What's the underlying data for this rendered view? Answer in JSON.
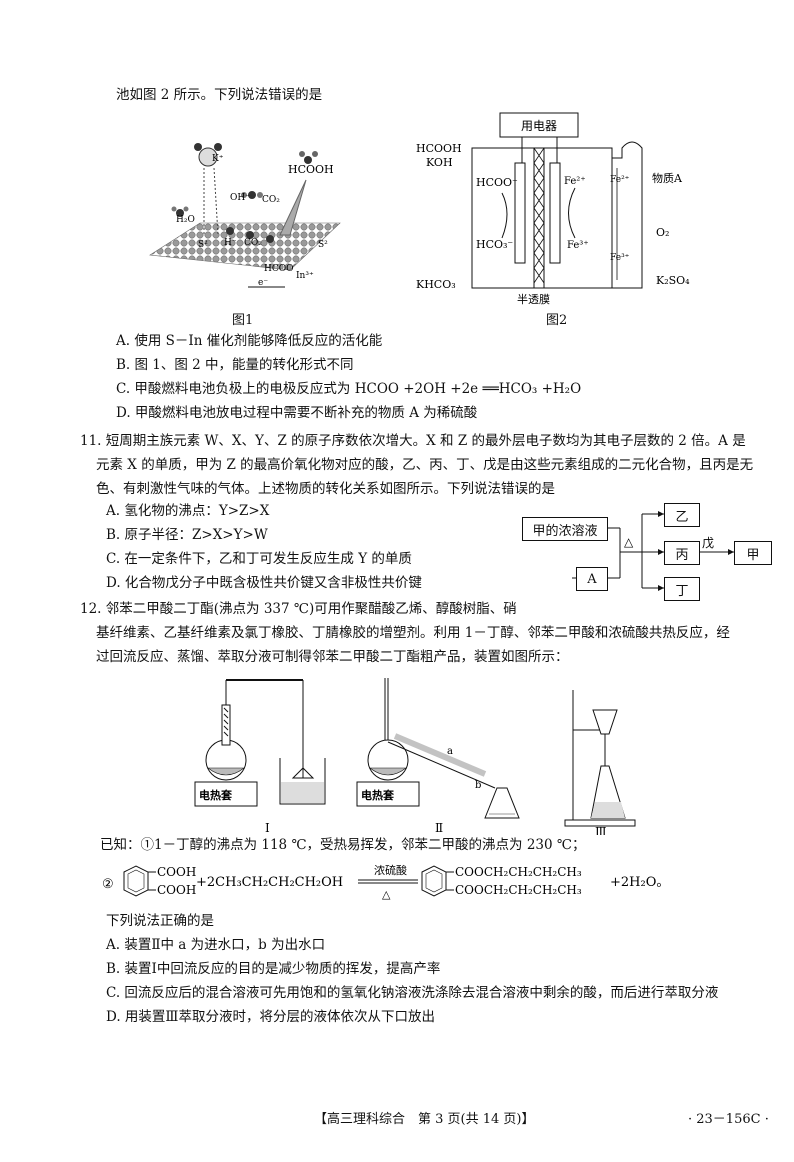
{
  "q10": {
    "intro": "池如图 2 所示。下列说法错误的是",
    "fig1": {
      "caption": "图1",
      "labels": {
        "k": "K⁺",
        "hcooh": "HCOOH",
        "oh": "OH⁻",
        "co2a": "CO₂",
        "h2o": "H₂O",
        "s1": "S²",
        "h": "H⁻",
        "co2b": "CO₂",
        "s2": "S²",
        "hcoo": "HCOO",
        "in": "In³⁺",
        "e": "e⁻"
      }
    },
    "fig2": {
      "caption": "图2",
      "device": "用电器",
      "membrane": "半透膜",
      "labels": {
        "hcooh": "HCOOH",
        "koh": "KOH",
        "hcoo": "HCOO⁻",
        "hco3": "HCO₃⁻",
        "khco3": "KHCO₃",
        "fe2a": "Fe²⁺",
        "fe3a": "Fe³⁺",
        "fe2b": "Fe²⁺",
        "substanceA": "物质A",
        "o2": "O₂",
        "fe3b": "Fe³⁺",
        "k2so4": "K₂SO₄"
      }
    },
    "options": [
      "A. 使用 S－In 催化剂能够降低反应的活化能",
      "B. 图 1、图 2 中，能量的转化形式不同",
      "C. 甲酸燃料电池负极上的电极反应式为 HCOO  +2OH  +2e  ══HCO₃  +H₂O",
      "D. 甲酸燃料电池放电过程中需要不断补充的物质 A 为稀硫酸"
    ]
  },
  "q11": {
    "lines": [
      "11. 短周期主族元素 W、X、Y、Z 的原子序数依次增大。X 和 Z 的最外层电子数均为其电子层数的 2 倍。A 是",
      "元素 X 的单质，甲为 Z 的最高价氧化物对应的酸，乙、丙、丁、戊是由这些元素组成的二元化合物，且丙是无",
      "色、有刺激性气味的气体。上述物质的转化关系如图所示。下列说法错误的是"
    ],
    "options": [
      "A. 氢化物的沸点：Y>Z>X",
      "B. 原子半径：Z>X>Y>W",
      "C. 在一定条件下，乙和丁可发生反应生成 Y 的单质",
      "D. 化合物戊分子中既含极性共价键又含非极性共价键"
    ],
    "diagram": {
      "jia_solution": "甲的浓溶液",
      "A": "A",
      "heat": "△",
      "yi": "乙",
      "bing": "丙",
      "wu": "戊",
      "jia": "甲",
      "ding": "丁"
    }
  },
  "q12": {
    "lines": [
      "12. 邻苯二甲酸二丁酯(沸点为 337 ℃)可用作聚醋酸乙烯、醇酸树脂、硝",
      "基纤维素、乙基纤维素及氯丁橡胶、丁腈橡胶的增塑剂。利用 1－丁醇、邻苯二甲酸和浓硫酸共热反应，经",
      "过回流反应、蒸馏、萃取分液可制得邻苯二甲酸二丁酯粗产品，装置如图所示："
    ],
    "apparatus": {
      "heater1": "电热套",
      "heater2": "电热套",
      "label1": "Ⅰ",
      "label2": "Ⅱ",
      "label3": "Ⅲ",
      "a": "a",
      "b": "b"
    },
    "known": "已知：①1－丁醇的沸点为 118 ℃，受热易挥发，邻苯二甲酸的沸点为 230 ℃；",
    "equation": {
      "num": "②",
      "cooh1": "COOH",
      "cooh2": "COOH",
      "reactant": "+2CH₃CH₂CH₂CH₂OH",
      "catalyst": "浓硫酸",
      "heat": "△",
      "ester1": "COOCH₂CH₂CH₂CH₃",
      "ester2": "COOCH₂CH₂CH₂CH₃",
      "product": "+2H₂O。"
    },
    "question": "下列说法正确的是",
    "options": [
      "A. 装置Ⅱ中 a 为进水口，b 为出水口",
      "B. 装置Ⅰ中回流反应的目的是减少物质的挥发，提高产率",
      "C. 回流反应后的混合溶液可先用饱和的氢氧化钠溶液洗涤除去混合溶液中剩余的酸，而后进行萃取分液",
      "D. 用装置Ⅲ萃取分液时，将分层的液体依次从下口放出"
    ]
  },
  "footer": {
    "center": "【高三理科综合　第 3 页(共 14 页)】",
    "right": "· 23－156C ·"
  }
}
